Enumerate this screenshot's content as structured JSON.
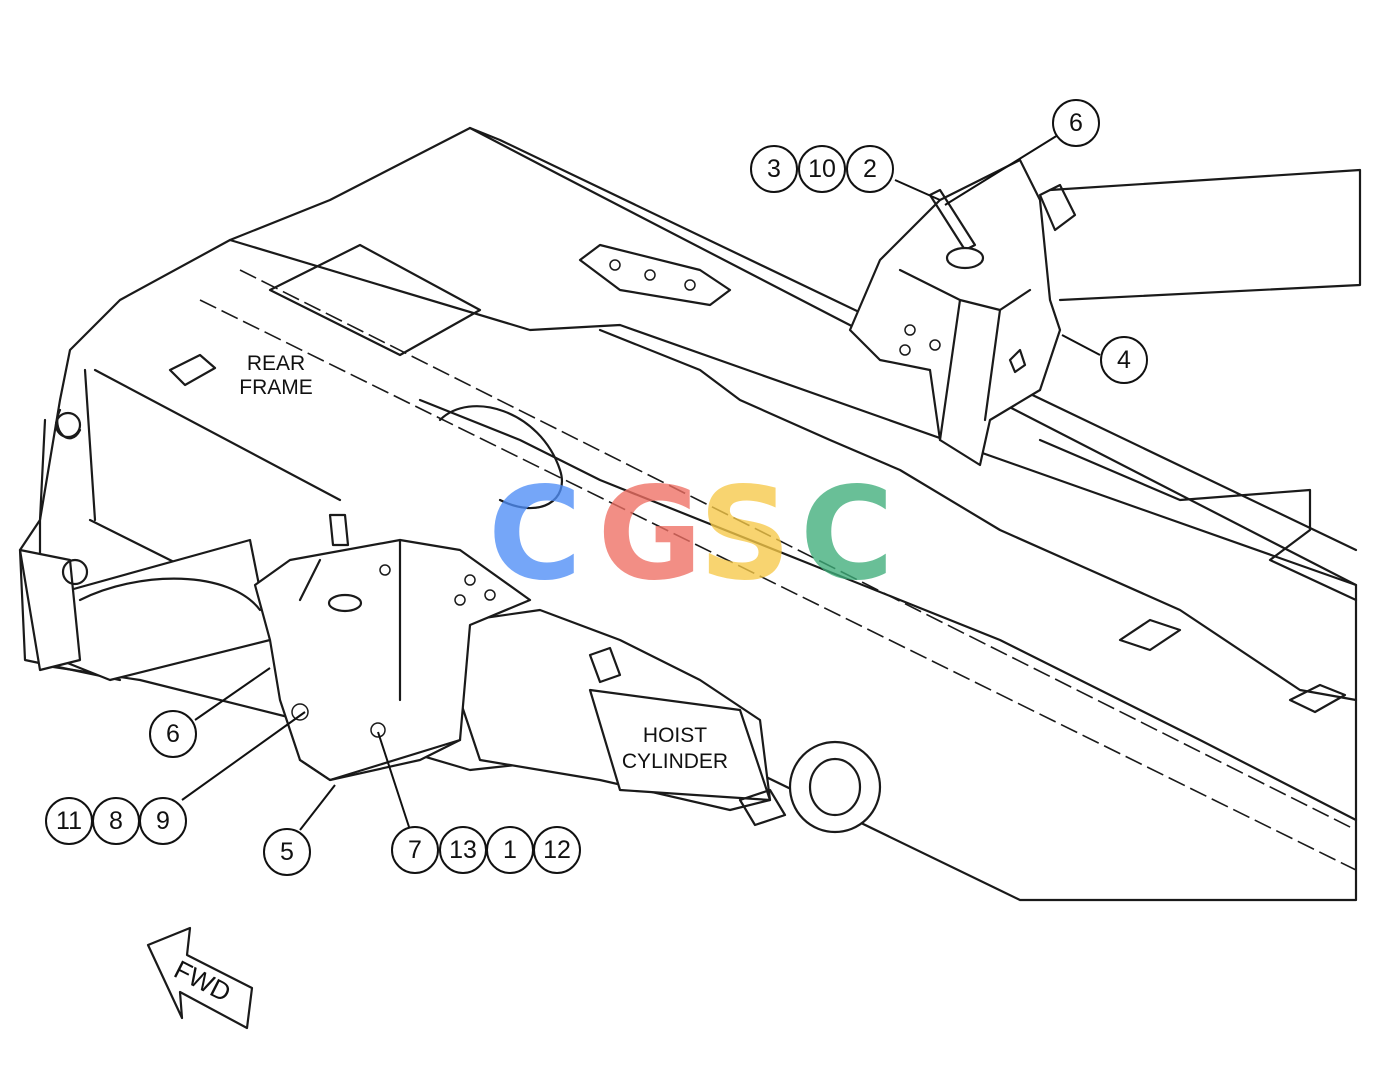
{
  "diagram": {
    "labels": {
      "rear_frame_line1": "REAR",
      "rear_frame_line2": "FRAME",
      "hoist_cylinder_line1": "HOIST",
      "hoist_cylinder_line2": "CYLINDER",
      "fwd_arrow": "FWD"
    },
    "callouts": {
      "upper_group": [
        "3",
        "10",
        "2"
      ],
      "upper_six": "6",
      "upper_four": "4",
      "lower_six": "6",
      "left_group": [
        "11",
        "8",
        "9"
      ],
      "lower_five": "5",
      "bottom_group": [
        "7",
        "13",
        "1",
        "12"
      ]
    },
    "watermark": {
      "text": "CGSC",
      "letters": [
        "C",
        "G",
        "S",
        "C"
      ],
      "colors": [
        "#4f8ef7",
        "#ef6f63",
        "#f7c948",
        "#3fae7a"
      ]
    }
  }
}
